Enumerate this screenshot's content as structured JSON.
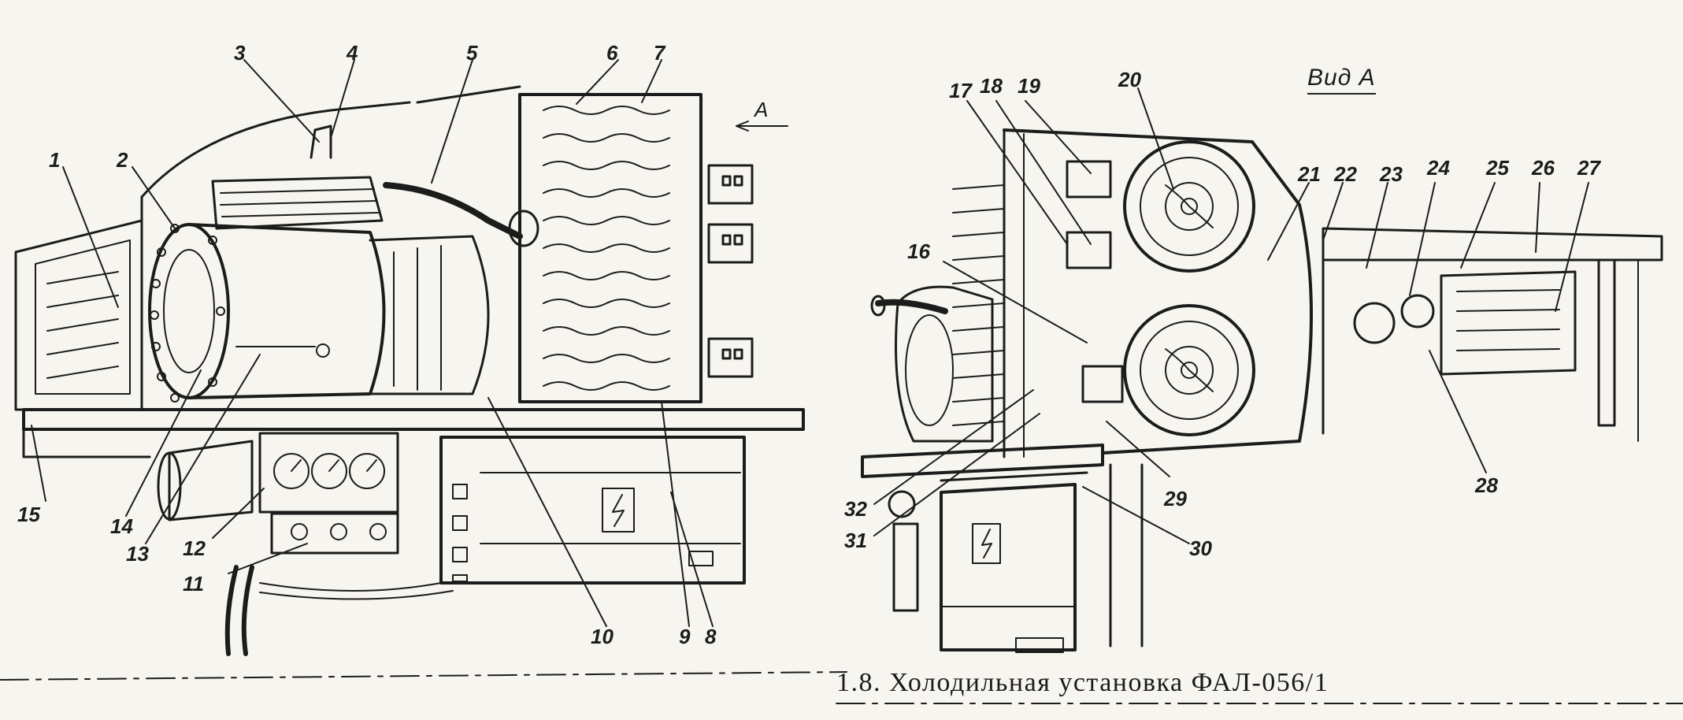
{
  "view_label": "Вид A",
  "arrow_label": "A",
  "caption": "1.8. Холодильная установка ФАЛ-056/1",
  "ink_color": "#1c1c1c",
  "paper_color": "#f7f5ef",
  "callouts": [
    "1",
    "2",
    "3",
    "4",
    "5",
    "6",
    "7",
    "8",
    "9",
    "10",
    "11",
    "12",
    "13",
    "14",
    "15",
    "16",
    "17",
    "18",
    "19",
    "20",
    "21",
    "22",
    "23",
    "24",
    "25",
    "26",
    "27",
    "28",
    "29",
    "30",
    "31",
    "32"
  ],
  "icons": [
    "gauge-icon",
    "fan-icon",
    "high-voltage-icon"
  ]
}
